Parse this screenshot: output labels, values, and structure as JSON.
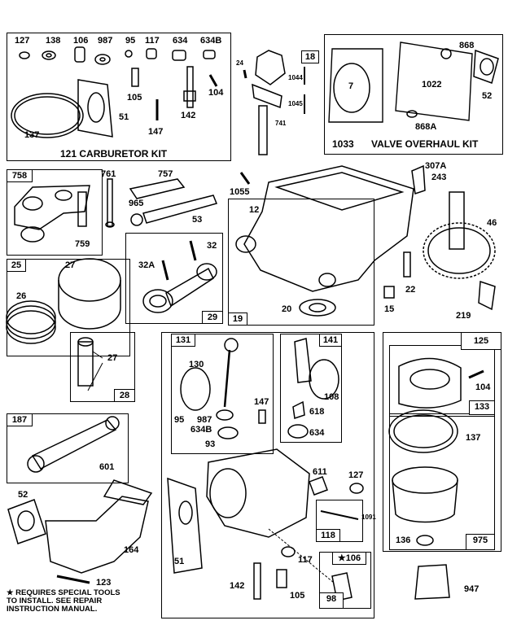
{
  "boxes": {
    "carburetor_kit": {
      "title": "121 CARBURETOR KIT"
    },
    "valve_kit": {
      "title_num": "1033",
      "title": "VALVE OVERHAUL KIT"
    },
    "crank_tag": "18",
    "b758": "758",
    "b25": "25",
    "b29": "29",
    "b19": "19",
    "b28": "28",
    "b187": "187",
    "b131": "131",
    "b141": "141",
    "b125": "125",
    "b133": "133",
    "b975": "975",
    "b118": "118",
    "b106": "★106",
    "b98": "98"
  },
  "labels": {
    "l127a": "127",
    "l138a": "138",
    "l106": "106",
    "l987a": "987",
    "l95a": "95",
    "l117a": "117",
    "l634a": "634",
    "l634Ba": "634B",
    "l105a": "105",
    "l51a": "51",
    "l137a": "137",
    "l147a": "147",
    "l142a": "142",
    "l104a": "104",
    "l24": "24",
    "l1044": "1044",
    "l1045": "1045",
    "l741": "741",
    "l868": "868",
    "l7": "7",
    "l1022": "1022",
    "l52a": "52",
    "l868A": "868A",
    "l761": "761",
    "l757": "757",
    "l965": "965",
    "l53": "53",
    "l759": "759",
    "l1055": "1055",
    "l307A": "307A",
    "l243": "243",
    "l12": "12",
    "l46": "46",
    "l27a": "27",
    "l26": "26",
    "l32": "32",
    "l32A": "32A",
    "l22": "22",
    "l20": "20",
    "l15": "15",
    "l219": "219",
    "l27b": "27",
    "l130": "130",
    "l95b": "95",
    "l987b": "987",
    "l634Bb": "634B",
    "l93": "93",
    "l108": "108",
    "l618": "618",
    "l634b": "634",
    "l147b": "147",
    "l104b": "104",
    "l137b": "137",
    "l136": "136",
    "l601": "601",
    "l52b": "52",
    "l164": "164",
    "l123": "123",
    "l611": "611",
    "l127b": "127",
    "l1091": "1091",
    "l51b": "51",
    "l117b": "117",
    "l142b": "142",
    "l105b": "105",
    "l947": "947"
  },
  "note": {
    "line1": "★ REQUIRES SPECIAL TOOLS",
    "line2": "TO INSTALL.  SEE REPAIR",
    "line3": "INSTRUCTION MANUAL."
  }
}
